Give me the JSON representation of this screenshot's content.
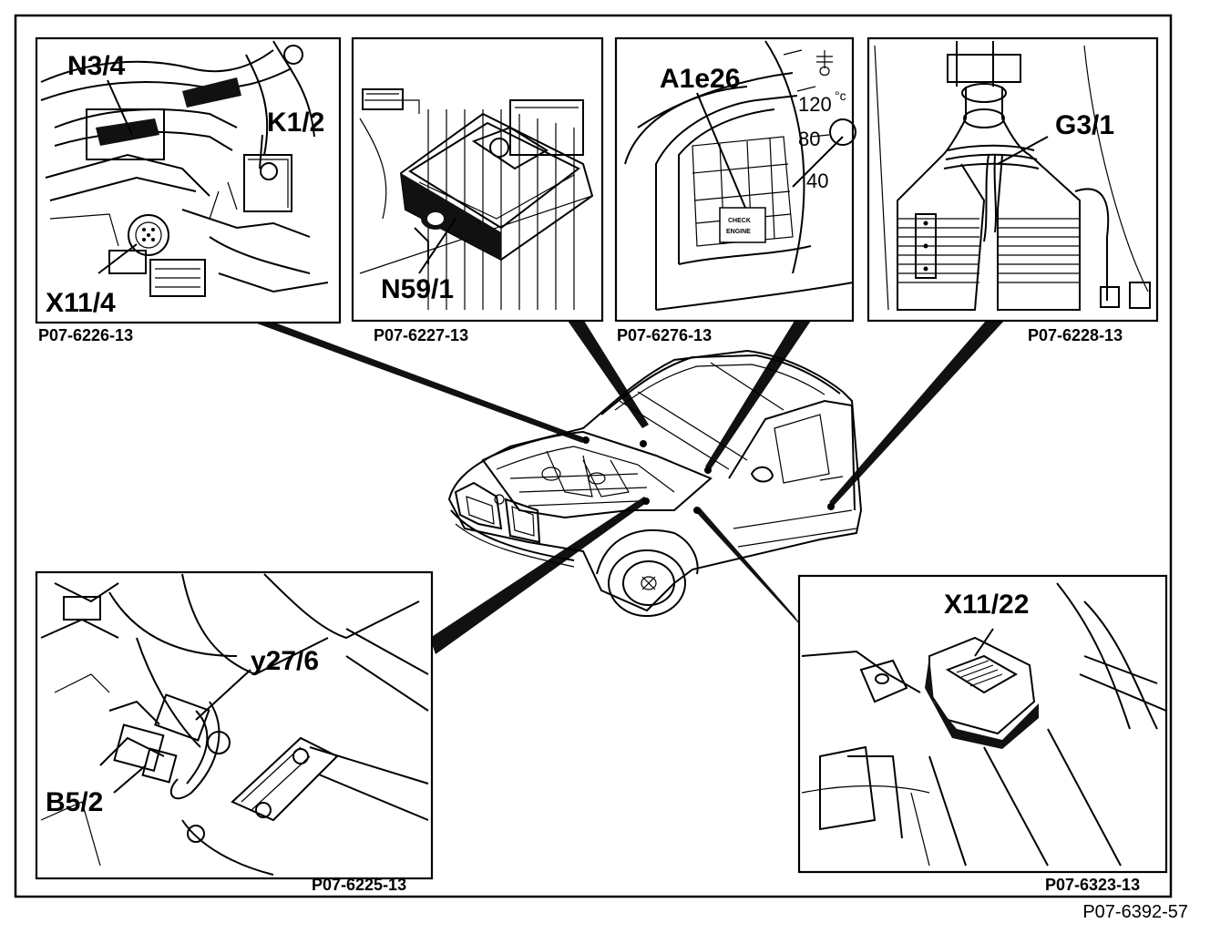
{
  "figure_ref": "P07-6392-57",
  "panels": [
    {
      "id": "engine-bay",
      "labels": [
        "N3/4",
        "K1/2",
        "X11/4"
      ],
      "ref": "P07-6226-13"
    },
    {
      "id": "control-module",
      "labels": [
        "N59/1"
      ],
      "ref": "P07-6227-13"
    },
    {
      "id": "instrument-cluster",
      "labels": [
        "A1e26"
      ],
      "ref": "P07-6276-13",
      "gauge_values": [
        "120",
        "80",
        "40"
      ],
      "gauge_unit": "°c",
      "lamp_text": [
        "CHECK",
        "ENGINE"
      ]
    },
    {
      "id": "exhaust",
      "labels": [
        "G3/1"
      ],
      "ref": "P07-6228-13"
    },
    {
      "id": "transmission",
      "labels": [
        "y27/6",
        "B5/2"
      ],
      "ref": "P07-6225-13"
    },
    {
      "id": "footwell-connector",
      "labels": [
        "X11/22"
      ],
      "ref": "P07-6323-13"
    }
  ]
}
